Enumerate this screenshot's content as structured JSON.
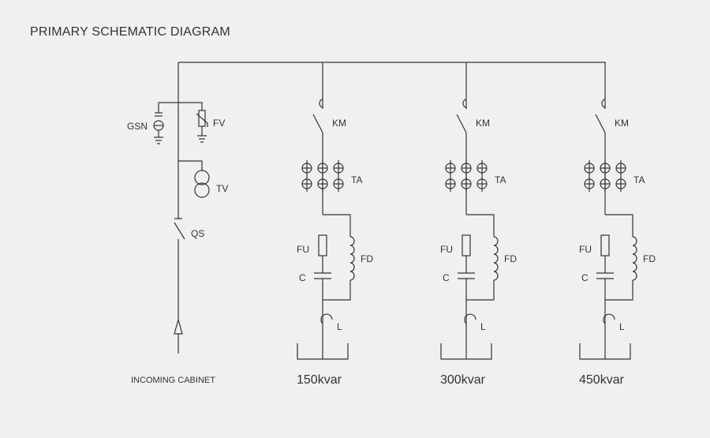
{
  "title": "PRIMARY SCHEMATIC DIAGRAM",
  "incoming": {
    "labels": {
      "gsn": "GSN",
      "fv": "FV",
      "tv": "TV",
      "qs": "QS"
    },
    "caption": "INCOMING CABINET"
  },
  "branch_labels": {
    "km": "KM",
    "ta": "TA",
    "fu": "FU",
    "c": "C",
    "fd": "FD",
    "l": "L"
  },
  "branches": [
    {
      "rating": "150kvar"
    },
    {
      "rating": "300kvar"
    },
    {
      "rating": "450kvar"
    }
  ]
}
